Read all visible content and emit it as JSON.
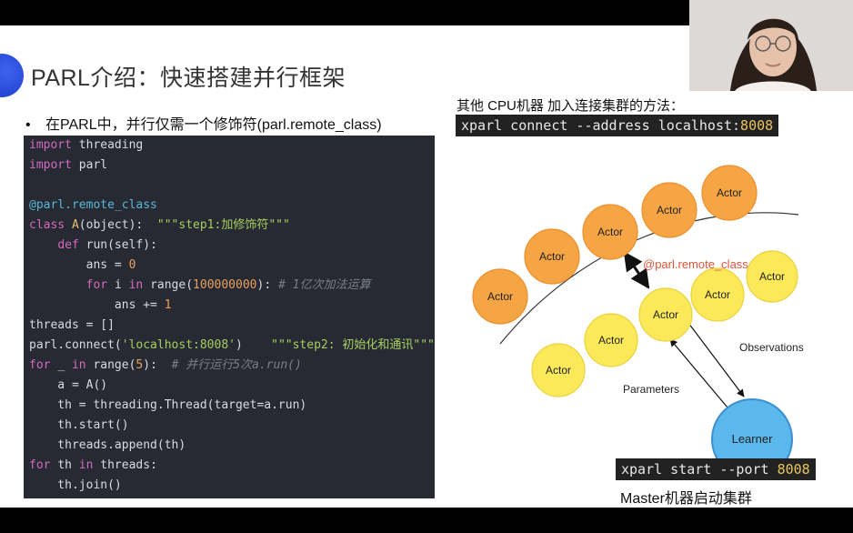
{
  "slide": {
    "title": "PARL介绍：快速搭建并行框架",
    "bullet_marker": "•",
    "bullet_text": "在PARL中，并行仅需一个修饰符(parl.remote_class)"
  },
  "code_lines": [
    [
      {
        "t": "import",
        "c": "kw"
      },
      {
        "t": " threading"
      }
    ],
    [
      {
        "t": "import",
        "c": "kw"
      },
      {
        "t": " parl"
      }
    ],
    [],
    [
      {
        "t": "@parl.remote_class",
        "c": "dec"
      }
    ],
    [
      {
        "t": "class ",
        "c": "kw"
      },
      {
        "t": "A",
        "c": "cls"
      },
      {
        "t": "(object):  "
      },
      {
        "t": "\"\"\"step1:加修饰符\"\"\"",
        "c": "str"
      }
    ],
    [
      {
        "t": "    "
      },
      {
        "t": "def ",
        "c": "kw"
      },
      {
        "t": "run(self):"
      }
    ],
    [
      {
        "t": "        ans = "
      },
      {
        "t": "0",
        "c": "num"
      }
    ],
    [
      {
        "t": "        "
      },
      {
        "t": "for ",
        "c": "kw"
      },
      {
        "t": "i "
      },
      {
        "t": "in ",
        "c": "kw"
      },
      {
        "t": "range("
      },
      {
        "t": "100000000",
        "c": "num"
      },
      {
        "t": "): "
      },
      {
        "t": "# 1亿次加法运算",
        "c": "cm"
      }
    ],
    [
      {
        "t": "            ans += "
      },
      {
        "t": "1",
        "c": "num"
      }
    ],
    [
      {
        "t": "threads = []"
      }
    ],
    [
      {
        "t": "parl.connect("
      },
      {
        "t": "'localhost:8008'",
        "c": "str"
      },
      {
        "t": ")    "
      },
      {
        "t": "\"\"\"step2: 初始化和通讯\"\"\"",
        "c": "str"
      }
    ],
    [
      {
        "t": "for ",
        "c": "kw"
      },
      {
        "t": "_ "
      },
      {
        "t": "in ",
        "c": "kw"
      },
      {
        "t": "range("
      },
      {
        "t": "5",
        "c": "num"
      },
      {
        "t": "):  "
      },
      {
        "t": "# 并行运行5次a.run()",
        "c": "cm"
      }
    ],
    [
      {
        "t": "    a = A()"
      }
    ],
    [
      {
        "t": "    th = threading.Thread(target=a.run)"
      }
    ],
    [
      {
        "t": "    th.start()"
      }
    ],
    [
      {
        "t": "    threads.append(th)"
      }
    ],
    [
      {
        "t": "for ",
        "c": "kw"
      },
      {
        "t": "th "
      },
      {
        "t": "in ",
        "c": "kw"
      },
      {
        "t": "threads:"
      }
    ],
    [
      {
        "t": "    th.join()"
      }
    ]
  ],
  "right": {
    "connect_label": "其他 CPU机器 加入连接集群的方法：",
    "connect_cmd": "xparl connect --address localhost:",
    "connect_port": "8008",
    "start_cmd": "xparl start --port ",
    "start_port": "8008",
    "master_label": "Master机器启动集群"
  },
  "diagram": {
    "node_label": "Actor",
    "learner_label": "Learner",
    "decorator_label": "@parl.remote_class",
    "observations_label": "Observations",
    "parameters_label": "Parameters",
    "colors": {
      "orange_fill": "#f6a544",
      "orange_stroke": "#eb8f2d",
      "yellow_fill": "#fbe95a",
      "yellow_stroke": "#e8d23c",
      "learner_fill": "#5bb8ec",
      "learner_stroke": "#3d8fd1",
      "decorator_text": "#e0543b"
    }
  },
  "nav": {
    "icons": [
      "arrow-left-icon",
      "pen-icon",
      "menu-icon",
      "arrow-right-icon"
    ],
    "glyphs": "◀ ✎ ▤ ▶"
  }
}
